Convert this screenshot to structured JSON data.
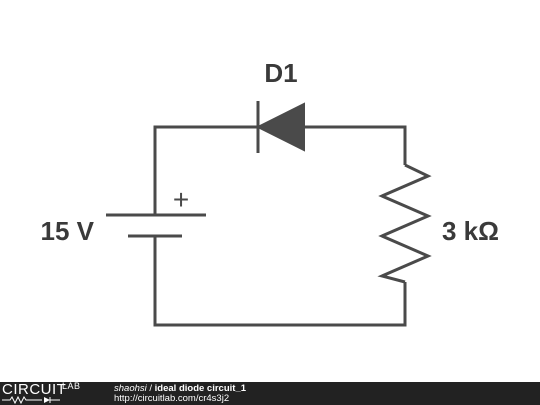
{
  "diagram": {
    "diode_label": "D1",
    "source_label": "15 V",
    "resistor_label": "3 kΩ",
    "plus_sign": "+"
  },
  "footer": {
    "logo_word": "CIRCUIT",
    "logo_sub": "LAB",
    "author": "shaohsi",
    "separator": " / ",
    "circuit_title": "ideal diode circuit_1",
    "url": "http://circuitlab.com/cr4s3j2"
  },
  "colors": {
    "wire": "#4a4a4a",
    "footer_bg": "#222222",
    "text": "#3a3a3a"
  }
}
